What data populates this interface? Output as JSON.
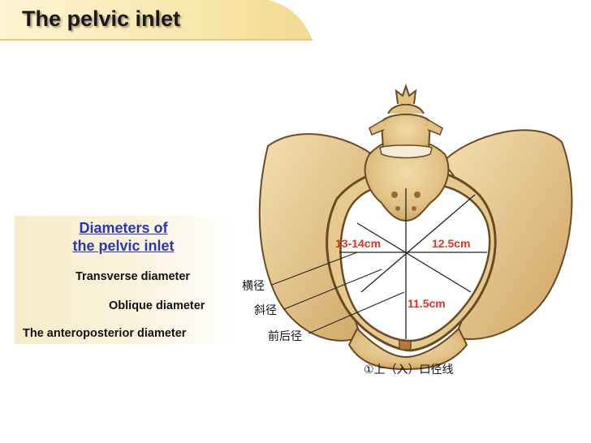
{
  "slide": {
    "title": "The pelvic inlet"
  },
  "legend": {
    "heading_line1": "Diameters of",
    "heading_line2": "the pelvic inlet",
    "items": [
      "Transverse diameter",
      "Oblique diameter",
      "The anteroposterior  diameter"
    ]
  },
  "figure": {
    "measurements": {
      "transverse": "13-14cm",
      "oblique": "12.5cm",
      "anteroposterior": "11.5cm"
    },
    "chinese_labels": {
      "transverse": "横径",
      "oblique": "斜径",
      "anteroposterior": "前后径"
    },
    "caption": "①上（入）口径线"
  },
  "colors": {
    "title_accent": "#f5e3a8",
    "heading_blue": "#2b35b8",
    "measurement_red": "#e0321d",
    "bone": "#e6c98f",
    "bone_shadow": "#c79a55",
    "bone_outline": "#6b4a22"
  }
}
